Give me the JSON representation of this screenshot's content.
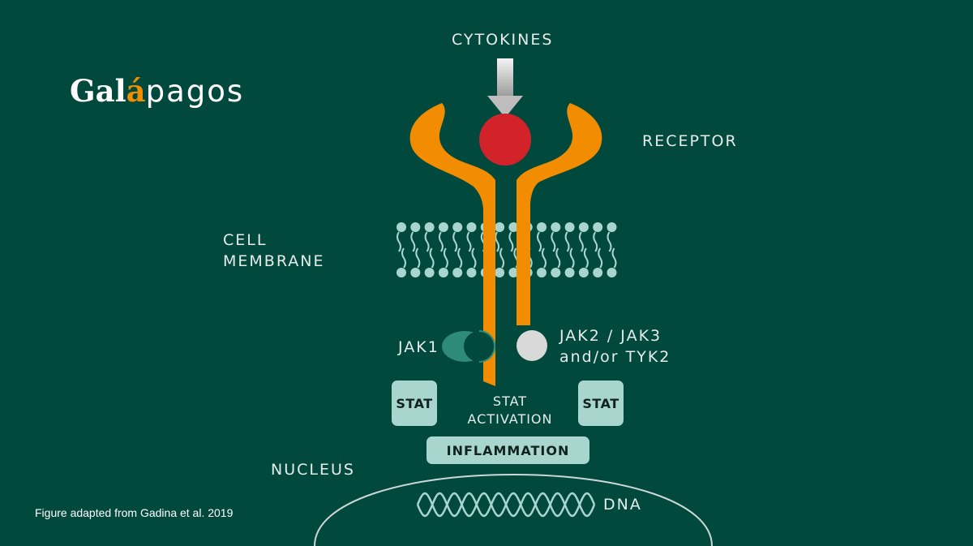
{
  "logo": {
    "part1": "Gal",
    "accent_letter": "á",
    "part2": "pagos"
  },
  "labels": {
    "cytokines": "CYTOKINES",
    "receptor": "RECEPTOR",
    "cell_membrane_line1": "CELL",
    "cell_membrane_line2": "MEMBRANE",
    "jak1": "JAK1",
    "jak2_line1": "JAK2 / JAK3",
    "jak2_line2": "and/or TYK2",
    "stat_left": "STAT",
    "stat_right": "STAT",
    "stat_activation_line1": "STAT",
    "stat_activation_line2": "ACTIVATION",
    "inflammation": "INFLAMMATION",
    "nucleus": "NUCLEUS",
    "dna": "DNA"
  },
  "caption": "Figure adapted from Gadina et al. 2019",
  "colors": {
    "background": "#02493d",
    "receptor": "#f28c00",
    "cytokine": "#d2232a",
    "lipid": "#a9d5cf",
    "jak1": "#2e8b7a",
    "jak2": "#d9d9d9",
    "stat_box": "#a9d5cf",
    "arrow": "#c8c8c8"
  }
}
